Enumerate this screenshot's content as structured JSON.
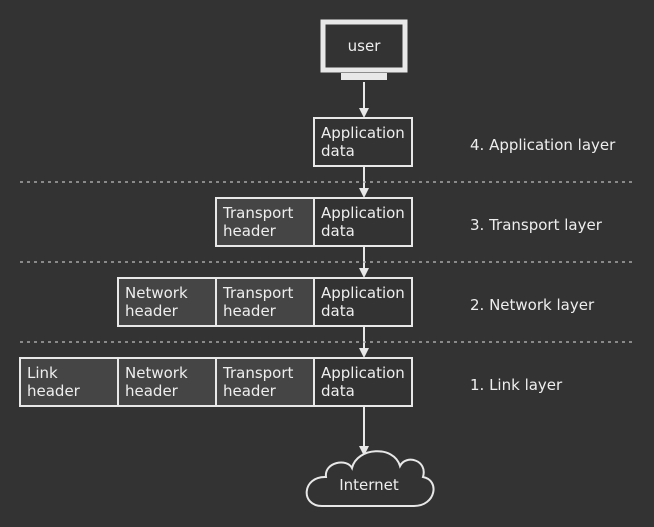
{
  "user_label": "user",
  "internet_label": "Internet",
  "segments": {
    "application": [
      "Application",
      "data"
    ],
    "transport": [
      "Transport",
      "header"
    ],
    "network": [
      "Network",
      "header"
    ],
    "link": [
      "Link",
      "header"
    ]
  },
  "layers": [
    {
      "label": "4. Application layer",
      "stack": [
        "application"
      ]
    },
    {
      "label": "3. Transport layer",
      "stack": [
        "transport",
        "application"
      ]
    },
    {
      "label": "2. Network layer",
      "stack": [
        "network",
        "transport",
        "application"
      ]
    },
    {
      "label": "1. Link layer",
      "stack": [
        "link",
        "network",
        "transport",
        "application"
      ]
    }
  ],
  "colors": {
    "background": "#333333",
    "stroke": "#e8e8e8",
    "text": "#eeeeee",
    "header_fill": "#454545",
    "divider": "#a8a8a8"
  }
}
